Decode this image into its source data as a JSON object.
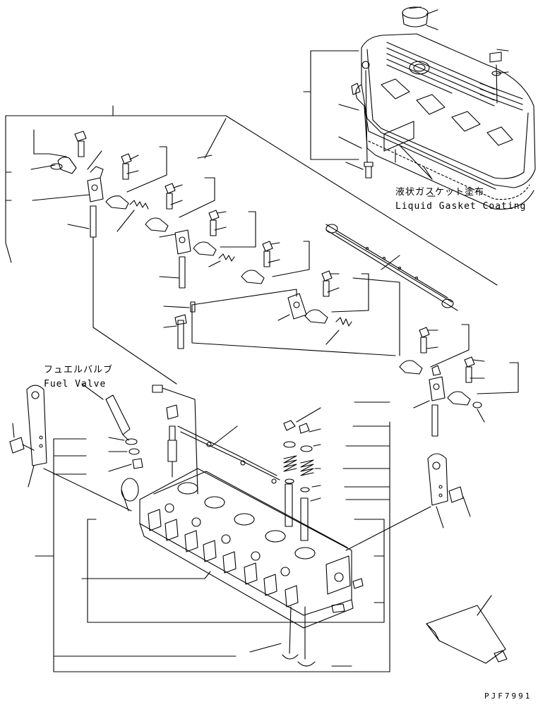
{
  "labels": {
    "gasket_jp": "液状ガスケット塗布",
    "gasket_en": "Liquid Gasket Coating",
    "fuel_valve_jp": "フュエルバルブ",
    "fuel_valve_en": "Fuel Valve"
  },
  "drawing_code": "PJF7991",
  "colors": {
    "ink": "#000000",
    "paper": "#ffffff"
  }
}
